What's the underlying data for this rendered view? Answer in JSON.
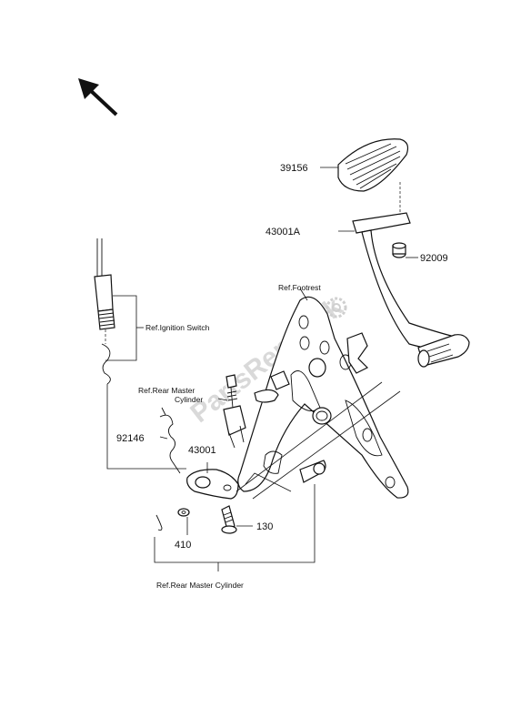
{
  "parts": {
    "pedal_pad": "39156",
    "brake_pedal": "43001A",
    "cap_nut": "92009",
    "spring": "92146",
    "lever": "43001",
    "bolt": "130",
    "washer": "410"
  },
  "references": {
    "footrest": "Ref.Footrest",
    "ignition_switch": "Ref.Ignition Switch",
    "rear_master_cylinder_top_line1": "Ref.Rear Master",
    "rear_master_cylinder_top_line2": "Cylinder",
    "rear_master_cylinder_bottom": "Ref.Rear Master Cylinder"
  },
  "watermark": "PartsRepublik",
  "icons": [
    "direction-arrow-icon",
    "gear-icon"
  ]
}
